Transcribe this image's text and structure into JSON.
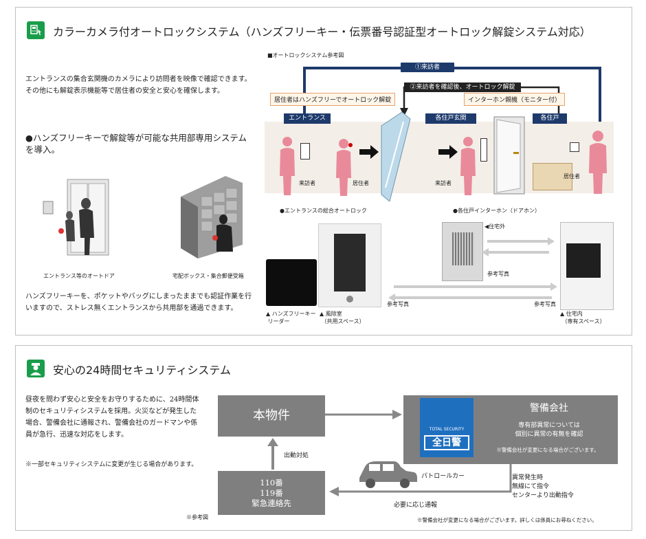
{
  "section1": {
    "title": "カラーカメラ付オートロックシステム（ハンズフリーキー・伝票番号認証型オートロック解錠システム対応）",
    "intro": "エントランスの集合玄関機のカメラにより訪問者を映像で確認できます。その他にも解錠表示機能等で居住者の安全と安心を確保します。",
    "bullet": "●ハンズフリーキーで解錠等が可能な共用部専用システムを導入。",
    "caption_door": "エントランス等のオートドア",
    "caption_box": "宅配ボックス・集合郵便受箱",
    "desc": "ハンズフリーキーを、ポケットやバッグにしまったままでも認証作業を行いますので、ストレス無くエントランスから共用部を通過できます。",
    "diagram": {
      "ref_title": "■オートロックシステム参考図",
      "arrow1": "①来訪者",
      "arrow2": "②来訪者を確認後、オートロック解錠",
      "note_handsfree": "居住者はハンズフリーでオートロック解錠",
      "note_intercom": "インターホン親機（モニター付）",
      "zone_entrance": "エントランス",
      "zone_door": "各住戸玄関",
      "zone_unit": "各住戸",
      "visitor": "来訪者",
      "resident": "居住者",
      "visitor2": "来訪者",
      "resident2": "居住者",
      "cap_auto": "●エントランスの総合オートロック",
      "cap_door": "●各住戸インターホン（ドアホン）",
      "outside": "◀住宅外",
      "ref_photo1": "参考写真",
      "ref_photo2": "参考写真",
      "ref_photo3": "参考写真",
      "reader": "▲ ハンズフリーキー\n リーダー",
      "lobby": "▲ 風除室\n （共用スペース）",
      "inside": "▲ 住宅内\n （専有スペース）"
    }
  },
  "section2": {
    "title": "安心の24時間セキュリティシステム",
    "intro": "昼夜を問わず安心と安全をお守りするために、24時間体制のセキュリティシステムを採用。火災などが発生した場合、警備会社に通報され、警備会社のガードマンや係員が急行、迅速な対応をします。",
    "note": "※一部セキュリティシステムに変更が生じる場合があります。",
    "ref": "※参考図",
    "property": "本物件",
    "security_company": "警備会社",
    "private_note": "専有部異常については\n個別に異常の有無を確認",
    "company_change": "※警備会社が変更になる場合がございます。",
    "logo_top": "TOTAL SECURITY",
    "logo_main": "全日警",
    "emergency": "110番\n119番\n緊急連絡先",
    "dispatch": "出動対処",
    "patrol": "パトロールカー",
    "alert": "異常発生時\n無線にて指令\nセンターより出動指令",
    "report": "必要に応じ通報",
    "footer": "※警備会社が変更になる場合がございます。詳しくは係員にお尋ねください。"
  },
  "colors": {
    "accent": "#1a9d4a",
    "navy": "#1d3a6b",
    "pink": "#e98a9a",
    "gray": "#7f7f7f",
    "logo_blue": "#1f6fbf"
  }
}
